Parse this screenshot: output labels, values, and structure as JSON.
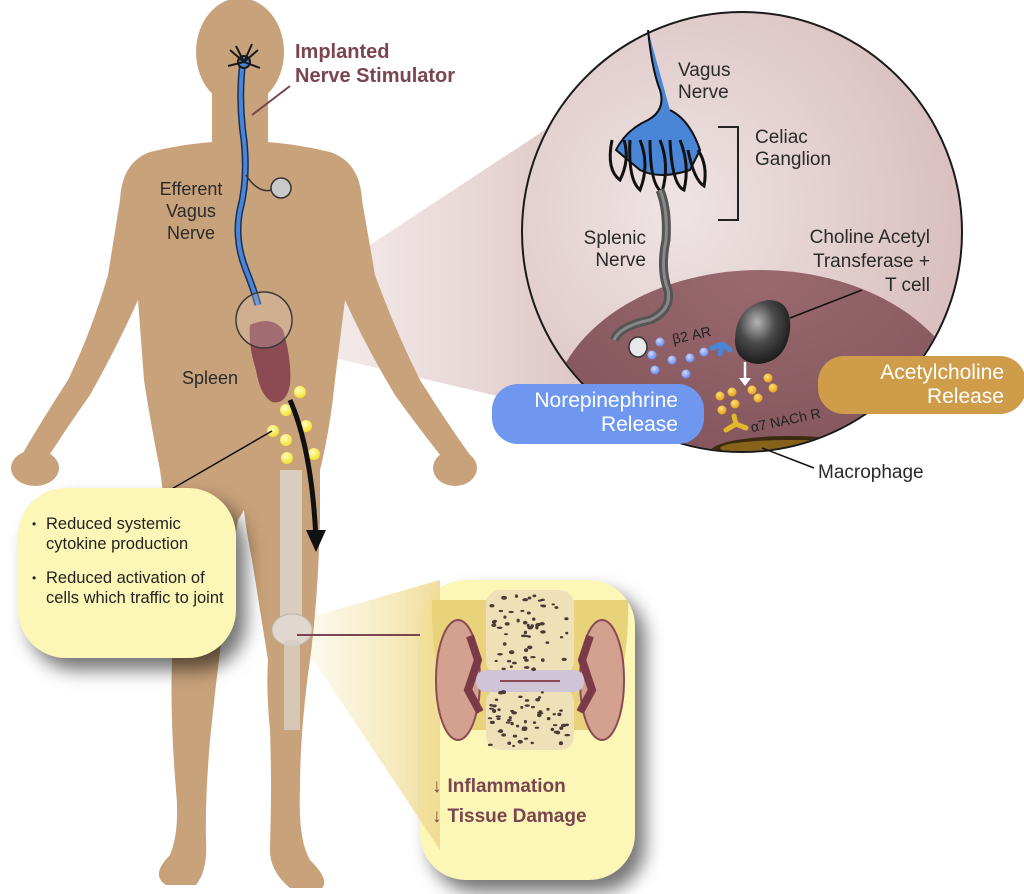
{
  "diagram": {
    "title_label": "Implanted\nNerve Stimulator",
    "body_labels": {
      "efferent_vagus": "Efferent\nVagus\nNerve",
      "spleen": "Spleen"
    },
    "inset_labels": {
      "vagus_nerve": "Vagus\nNerve",
      "celiac_ganglion": "Celiac\nGanglion",
      "splenic_nerve": "Splenic\nNerve",
      "choline_tcell": "Choline Acetyl\nTransferase +\nT cell",
      "beta2_ar": "β2 AR",
      "alpha7_nachr": "α7 NACh R",
      "macrophage": "Macrophage"
    },
    "release_pills": {
      "norepinephrine": "Norepinephrine\nRelease",
      "acetylcholine": "Acetylcholine\nRelease"
    },
    "effects_box": {
      "bullets": [
        "Reduced systemic cytokine production",
        "Reduced activation of cells which traffic to joint"
      ]
    },
    "joint_box": {
      "outcomes": [
        {
          "arrow": "↓",
          "text": "Inflammation"
        },
        {
          "arrow": "↓",
          "text": "Tissue Damage"
        }
      ]
    },
    "colors": {
      "skin": "#c8a27a",
      "nerve_blue": "#4a86d8",
      "title_maroon": "#7a4450",
      "inset_bg": "#e8d6d6",
      "tissue_maroon": "#8c5a60",
      "norepinephrine_blue": "#6f97ef",
      "acetylcholine_gold": "#cf9d4a",
      "yellow_box": "#fcf7b7"
    }
  }
}
